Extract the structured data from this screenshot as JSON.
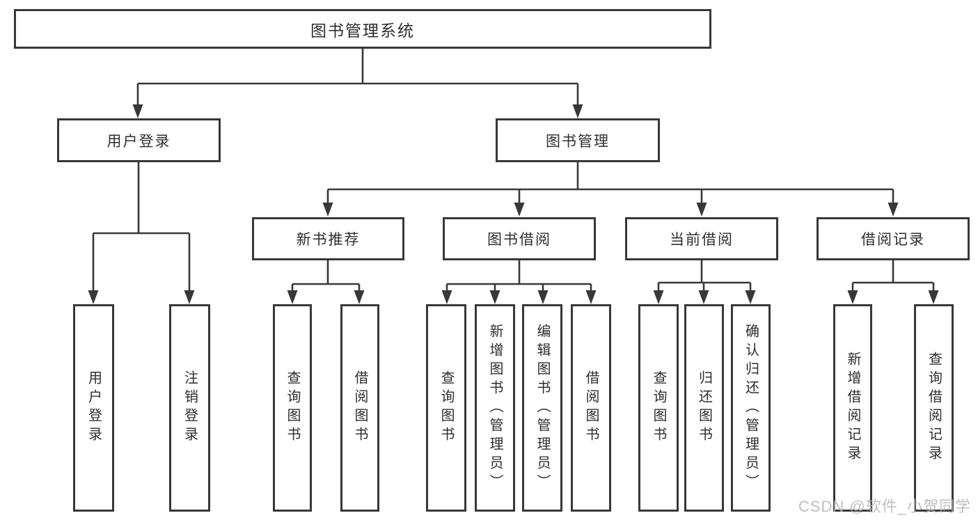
{
  "diagram": {
    "root": {
      "label": "图书管理系统"
    },
    "level2": [
      {
        "label": "用户登录"
      },
      {
        "label": "图书管理"
      }
    ],
    "level3": [
      {
        "label": "新书推荐"
      },
      {
        "label": "图书借阅"
      },
      {
        "label": "当前借阅"
      },
      {
        "label": "借阅记录"
      }
    ],
    "leaves": {
      "user_login": [
        {
          "label": "用户登录"
        },
        {
          "label": "注销登录"
        }
      ],
      "new_book_recommend": [
        {
          "label": "查询图书"
        },
        {
          "label": "借阅图书"
        }
      ],
      "book_borrow": [
        {
          "label": "查询图书"
        },
        {
          "label": "新增图书（管理员）"
        },
        {
          "label": "编辑图书（管理员）"
        },
        {
          "label": "借阅图书"
        }
      ],
      "current_borrow": [
        {
          "label": "查询图书"
        },
        {
          "label": "归还图书"
        },
        {
          "label": "确认归还（管理员）"
        }
      ],
      "borrow_records": [
        {
          "label": "新增借阅记录"
        },
        {
          "label": "查询借阅记录"
        }
      ]
    },
    "watermark": "CSDN @软件_小贺同学",
    "colors": {
      "line": "#383838",
      "box_border": "#383838",
      "box_fill": "#ffffff",
      "text": "#2e2e2e",
      "watermark": "#b5b5b5"
    }
  }
}
